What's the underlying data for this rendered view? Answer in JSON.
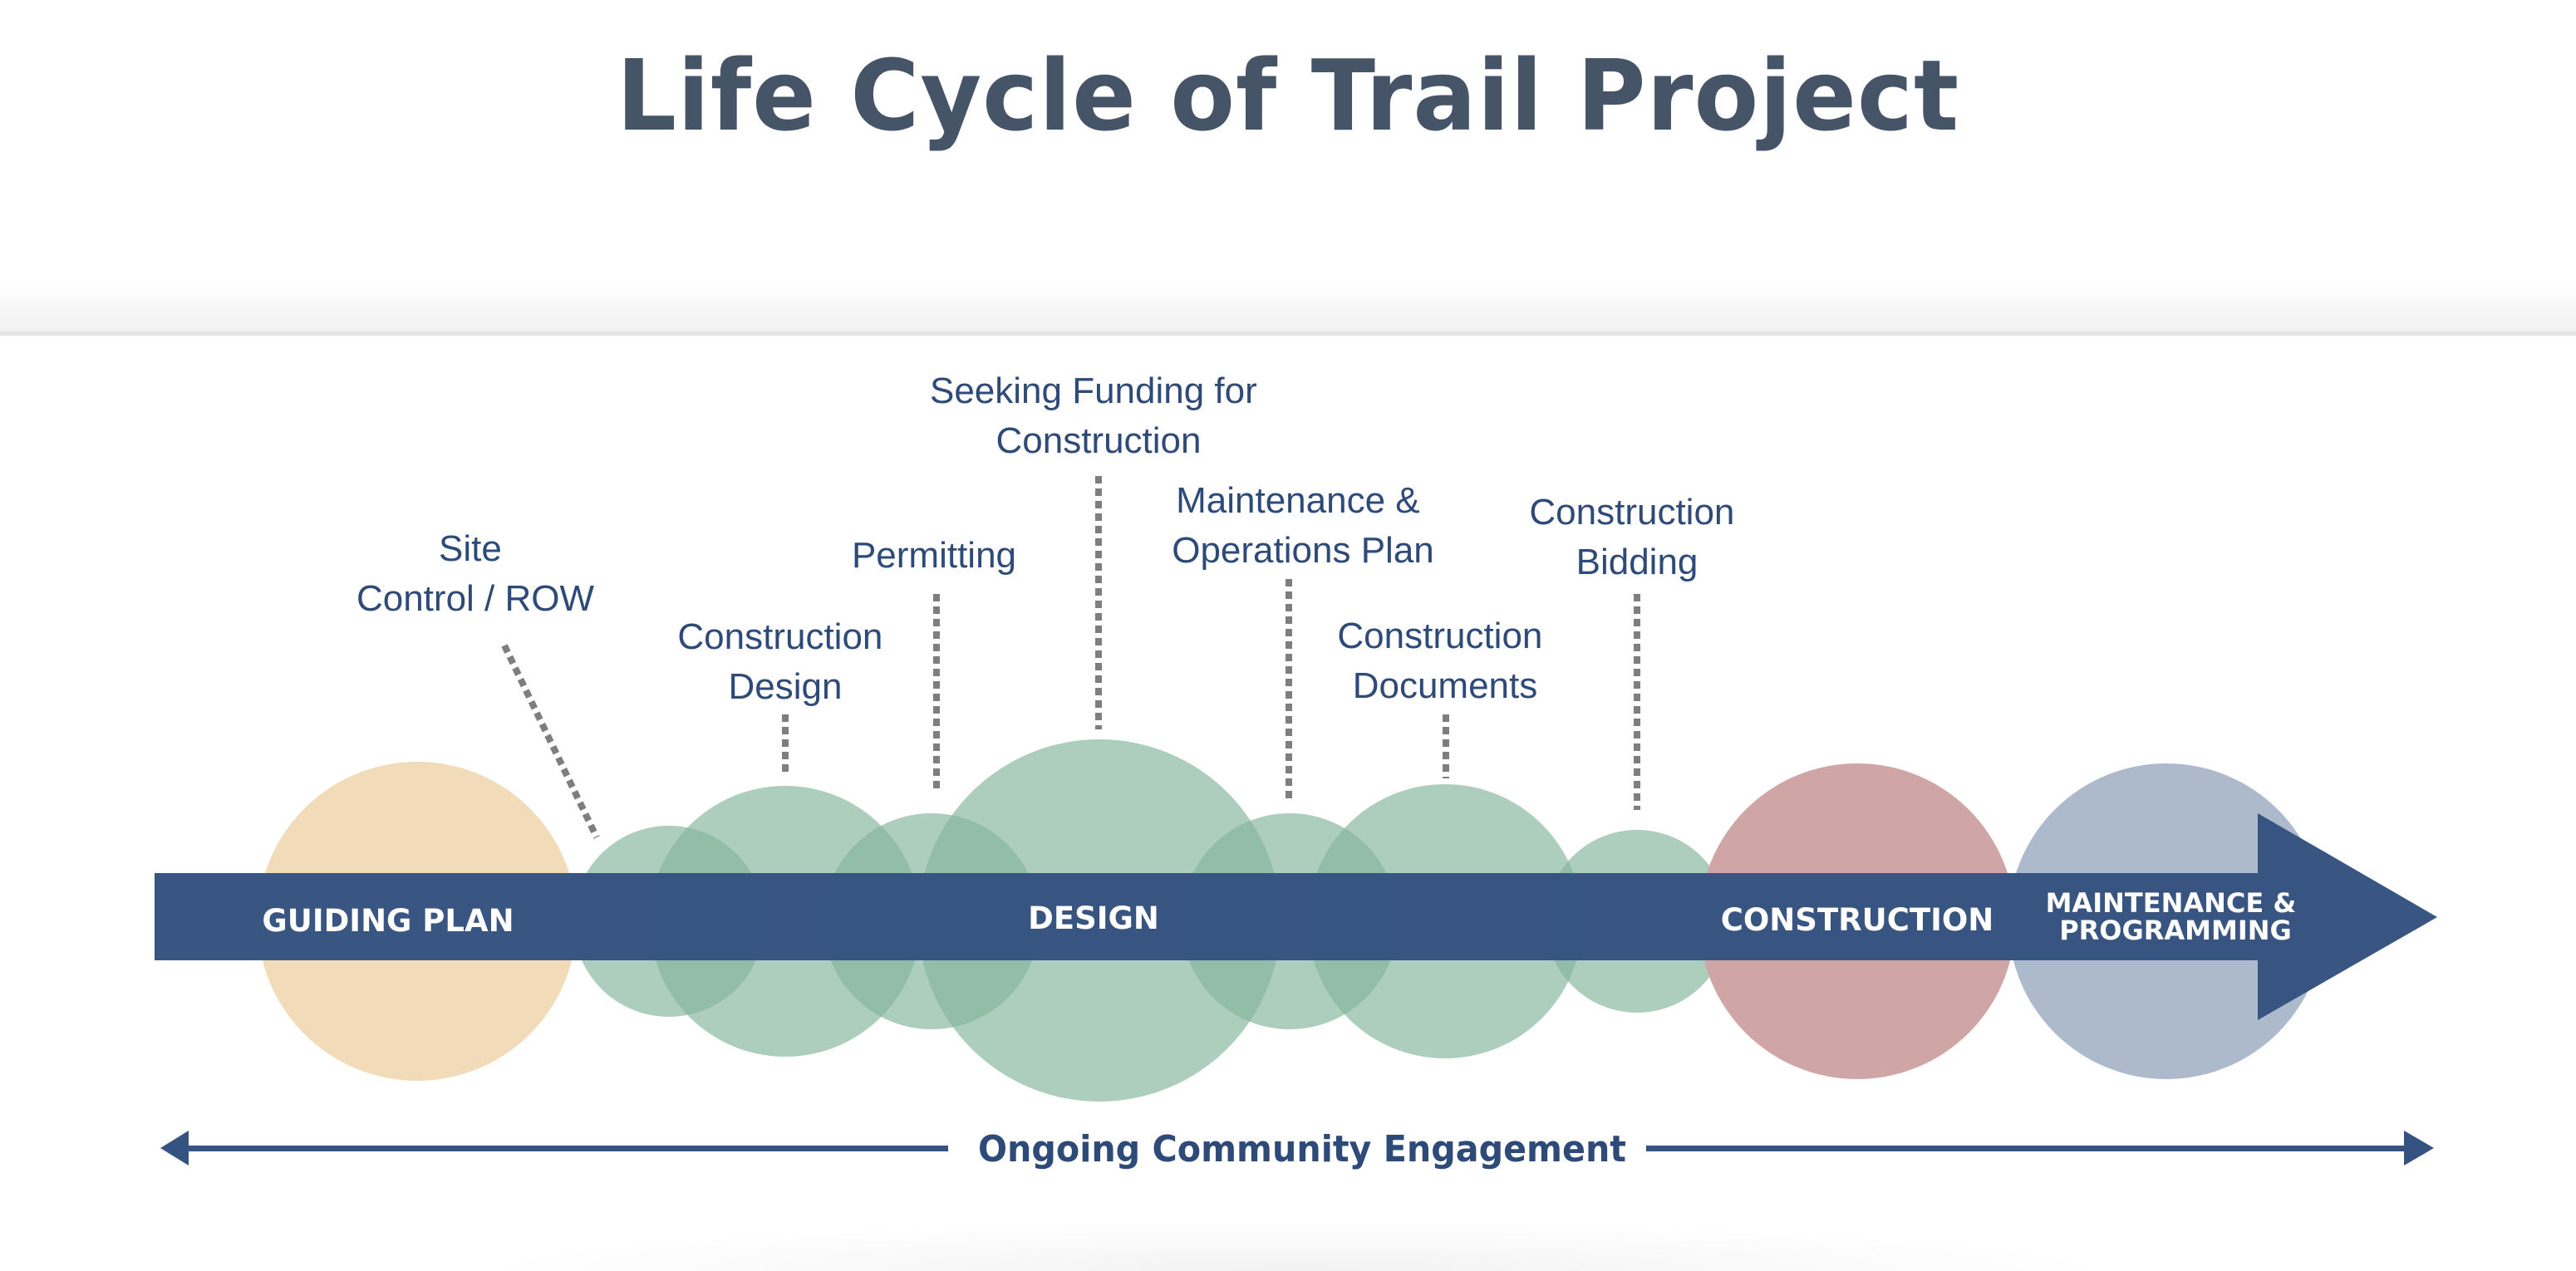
{
  "title": "Life Cycle of Trail Project",
  "colors": {
    "title": "#465468",
    "bar": "#355381",
    "callout_text": "#2e4a79",
    "leader": "#7e7e7e",
    "guiding_plan": "#f2dbb8",
    "design": "#85b49c",
    "construction": "#cfa5a5",
    "maintenance": "#adbacc"
  },
  "phases": [
    {
      "id": "guiding-plan",
      "lines": [
        "GUIDING PLAN"
      ]
    },
    {
      "id": "design",
      "lines": [
        "DESIGN"
      ]
    },
    {
      "id": "construction",
      "lines": [
        "CONSTRUCTION"
      ]
    },
    {
      "id": "maintenance-programming",
      "lines": [
        "MAINTENANCE &",
        "PROGRAMMING"
      ]
    }
  ],
  "design_steps": [
    {
      "id": "site-control",
      "lines": [
        "Site",
        "Control / ROW"
      ]
    },
    {
      "id": "construction-design",
      "lines": [
        "Construction",
        "Design"
      ]
    },
    {
      "id": "permitting",
      "lines": [
        "Permitting"
      ]
    },
    {
      "id": "seeking-funding",
      "lines": [
        "Seeking Funding for",
        "Construction"
      ]
    },
    {
      "id": "maintenance-operations-plan",
      "lines": [
        "Maintenance &",
        "Operations Plan"
      ]
    },
    {
      "id": "construction-documents",
      "lines": [
        "Construction",
        "Documents"
      ]
    },
    {
      "id": "construction-bidding",
      "lines": [
        "Construction",
        "Bidding"
      ]
    }
  ],
  "engagement": {
    "label": "Ongoing Community Engagement"
  }
}
